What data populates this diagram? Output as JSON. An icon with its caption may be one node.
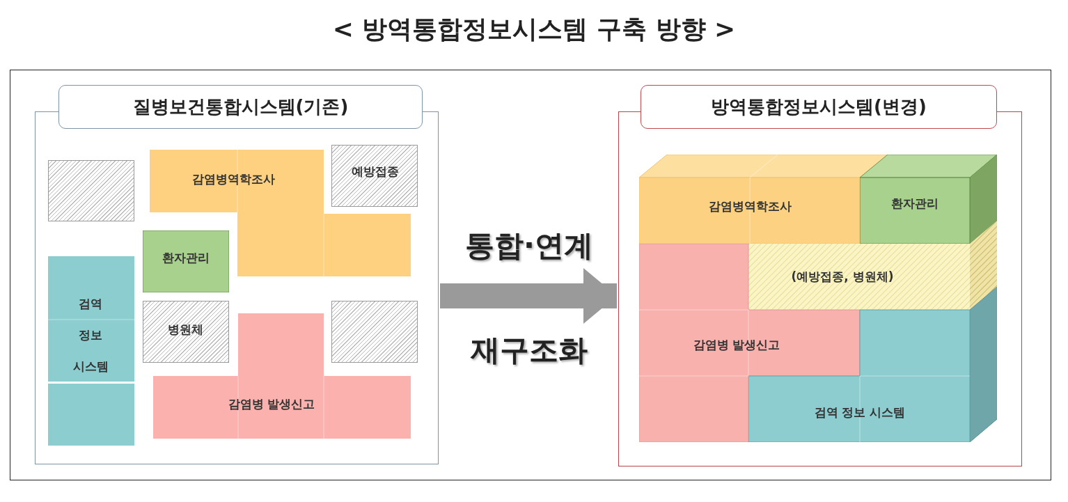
{
  "diagram": {
    "title": "< 방역통합정보시스템 구축 방향 >",
    "nodes": [
      {
        "text": [
          "질병보건통합시스템(기존)"
        ]
      },
      {
        "text": [],
        "shape": "box",
        "in": 0
      },
      {
        "text": [
          "감염병역학조사"
        ],
        "in": 0
      },
      {
        "text": [
          "예방접종"
        ],
        "in": 0
      },
      {
        "text": [
          "환자관리"
        ],
        "in": 0
      },
      {
        "text": [
          "검역 정보 시스템"
        ],
        "in": 0
      },
      {
        "text": [
          "병원체"
        ],
        "in": 0
      },
      {
        "text": [],
        "shape": "box",
        "in": 0
      },
      {
        "text": [
          "감염병 발생신고"
        ],
        "in": 0
      },
      {
        "text": [
          "방역통합정보시스템(변경)"
        ]
      },
      {
        "text": [
          "감염병역학조사"
        ],
        "in": 9
      },
      {
        "text": [
          "환자관리"
        ],
        "in": 9
      },
      {
        "text": [
          "(예방접종, 병원체)"
        ],
        "in": 9
      },
      {
        "text": [
          "감염병 발생신고"
        ],
        "in": 9
      },
      {
        "text": [
          "검역 정보 시스템"
        ],
        "in": 9
      }
    ],
    "edges": [
      {
        "from": 0,
        "to": 9,
        "arrow": "to",
        "label": "통합·연계"
      }
    ],
    "labels": [
      "재구조화"
    ]
  }
}
